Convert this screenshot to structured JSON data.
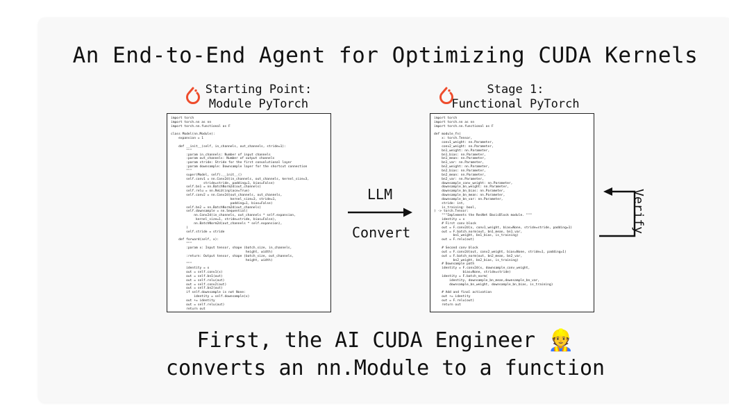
{
  "title": "An End-to-End Agent for Optimizing CUDA Kernels",
  "left": {
    "header_line1": "Starting Point:",
    "header_line2": "Module PyTorch",
    "code": [
      "import torch",
      "import torch.nn as nn",
      "import torch.nn.functional as F",
      "",
      "class Model(nn.Module):",
      "    expansion = 1",
      "",
      "    def __init__(self, in_channels, out_channels, stride=1):",
      "        \"\"\"",
      "        :param in_channels: Number of input channels",
      "        :param out_channels: Number of output channels",
      "        :param stride: Stride for the first convolutional layer",
      "        :param downsample: Downsample layer for the shortcut connection",
      "        \"\"\"",
      "        super(Model, self).__init__()",
      "        self.conv1 = nn.Conv2d(in_channels, out_channels, kernel_size=3,",
      "                 stride=stride, padding=1, bias=False)",
      "        self.bn1 = nn.BatchNorm2d(out_channels)",
      "        self.relu = nn.ReLU(inplace=True)",
      "        self.conv2 = nn.Conv2d(out_channels, out_channels,",
      "                               kernel_size=3, stride=1,",
      "                               padding=1, bias=False)",
      "        self.bn2 = nn.BatchNorm2d(out_channels)",
      "        self.downsample = nn.Sequential(",
      "            nn.Conv2d(in_channels, out_channels * self.expansion,",
      "             kernel_size=1, stride=stride, bias=False),",
      "            nn.BatchNorm2d(out_channels * self.expansion),",
      "        )",
      "        self.stride = stride",
      "",
      "    def forward(self, x):",
      "        \"\"\"",
      "        :param x: Input tensor, shape (batch_size, in_channels,",
      "                                       height, width)",
      "        :return: Output tensor, shape (batch_size, out_channels,",
      "                                       height, width)",
      "        \"\"\"",
      "        identity = x",
      "        out = self.conv1(x)",
      "        out = self.bn1(out)",
      "        out = self.relu(out)",
      "        out = self.conv2(out)",
      "        out = self.bn2(out)",
      "        if self.downsample is not None:",
      "            identity = self.downsample(x)",
      "        out += identity",
      "        out = self.relu(out)",
      "        return out"
    ]
  },
  "right": {
    "header_line1": "Stage 1:",
    "header_line2": "Functional PyTorch",
    "code": [
      "import torch",
      "import torch.nn as nn",
      "import torch.nn.functional as F",
      "",
      "def module_fn(",
      "    x: torch.Tensor,",
      "    conv1_weight: nn.Parameter,",
      "    conv2_weight: nn.Parameter,",
      "    bn1_weight: nn.Parameter,",
      "    bn1_bias: nn.Parameter,",
      "    bn1_mean: nn.Parameter,",
      "    bn1_var: nn.Parameter,",
      "    bn2_weight: nn.Parameter,",
      "    bn2_bias: nn.Parameter,",
      "    bn2_mean: nn.Parameter,",
      "    bn2_var: nn.Parameter,",
      "    downsample_conv_weight: nn.Parameter,",
      "    downsample_bn_weight: nn.Parameter,",
      "    downsample_bn_bias: nn.Parameter,",
      "    downsample_bn_mean: nn.Parameter,",
      "    downsample_bn_var: nn.Parameter,",
      "    stride: int,",
      "    is_training: bool,",
      ") -> torch.Tensor:",
      "    \"\"\"Implements the ResNet BasicBlock module. \"\"\"",
      "    identity = x",
      "    # First conv block",
      "    out = F.conv2d(x, conv1_weight, bias=None, stride=stride, padding=1)",
      "    out = F.batch_norm(out, bn1_mean, bn1_var,",
      "          bn1_weight, bn1_bias, is_training)",
      "    out = F.relu(out)",
      "",
      "    # Second conv block",
      "    out = F.conv2d(out, conv2_weight, bias=None, stride=1, padding=1)",
      "    out = F.batch_norm(out, bn2_mean, bn2_var,",
      "          bn2_weight, bn2_bias, is_training)",
      "    # Downsample path",
      "    identity = F.conv2d(x, downsample_conv_weight,",
      "               bias=None, stride=stride)",
      "    identity = F.batch_norm(",
      "        identity, downsample_bn_mean,downsample_bn_var,",
      "        downsample_bn_weight, downsample_bn_bias, is_training)",
      "",
      "    # Add and final activation",
      "    out += identity",
      "    out = F.relu(out)",
      "    return out"
    ]
  },
  "arrow": {
    "top_label": "LLM",
    "bottom_label": "Convert"
  },
  "loop": {
    "label": "Verify"
  },
  "bottom": {
    "line1": "First, the AI CUDA Engineer 👷",
    "line2": "converts an nn.Module to a function"
  },
  "colors": {
    "pytorch_logo": "#ee4c2c",
    "ink": "#111111",
    "card": "#f8f8f8"
  },
  "icons": {
    "framework_logo": "pytorch-logo-icon",
    "worker_emoji": "construction-worker-icon"
  }
}
